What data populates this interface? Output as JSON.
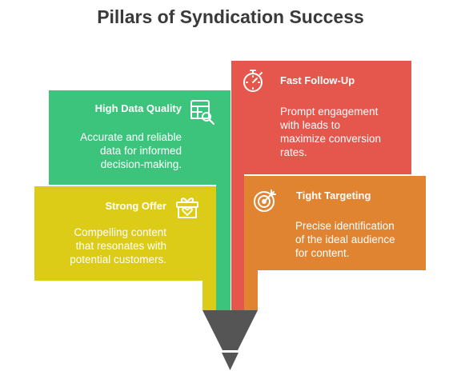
{
  "title": "Pillars of Syndication Success",
  "colors": {
    "green": "#3cc47c",
    "yellow": "#dccb17",
    "red": "#e5564d",
    "orange": "#e08431",
    "funnel": "#555555"
  },
  "pillars": [
    {
      "heading": "High Data Quality",
      "icon": "table-search-icon",
      "lines": [
        "Accurate and reliable",
        "data for informed",
        "decision-making."
      ]
    },
    {
      "heading": "Strong Offer",
      "icon": "gift-heart-icon",
      "lines": [
        "Compelling content",
        "that resonates with",
        "potential customers."
      ]
    },
    {
      "heading": "Fast Follow-Up",
      "icon": "stopwatch-icon",
      "lines": [
        "Prompt engagement",
        "with leads to",
        "maximize conversion",
        "rates."
      ]
    },
    {
      "heading": "Tight Targeting",
      "icon": "target-arrow-icon",
      "lines": [
        "Precise identification",
        "of the ideal audience",
        "for content."
      ]
    }
  ]
}
